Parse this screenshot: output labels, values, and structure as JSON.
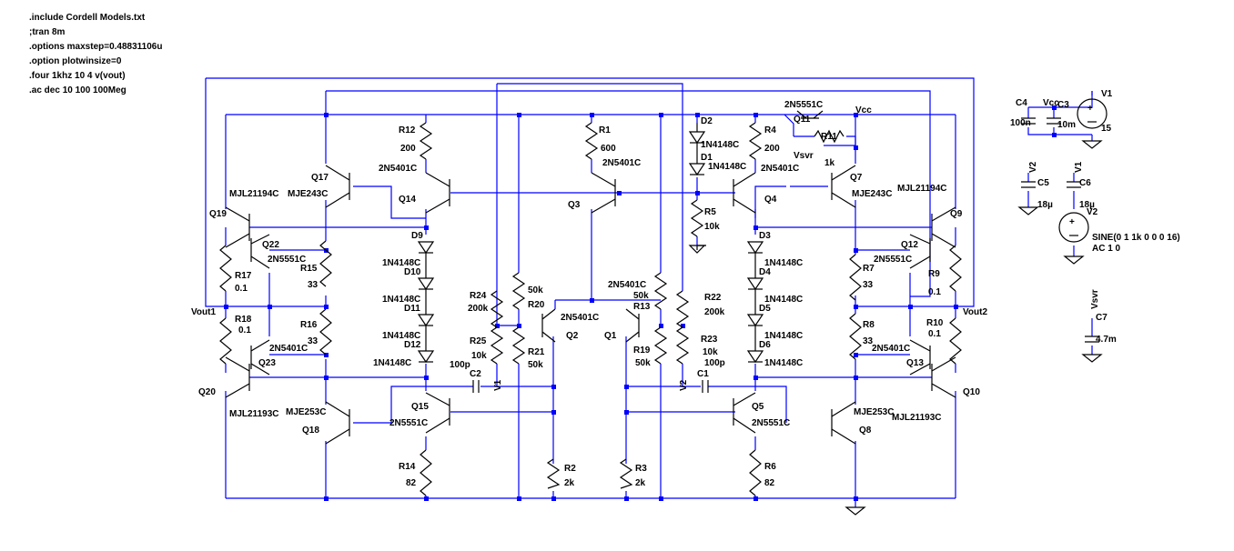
{
  "directives": [
    ".include Cordell Models.txt",
    ";tran 8m",
    ".options maxstep=0.48831106u",
    ".option plotwinsize=0",
    ".four 1khz 10 4 v(vout)",
    ".ac dec 10 100 100Meg"
  ],
  "parts": [
    {
      "name": "R12",
      "value": "200"
    },
    {
      "name": "R1",
      "value": "600"
    },
    {
      "name": "R4",
      "value": "200"
    },
    {
      "name": "R11",
      "value": "1k"
    },
    {
      "name": "R5",
      "value": "10k"
    },
    {
      "name": "R15",
      "value": "33"
    },
    {
      "name": "R16",
      "value": "33"
    },
    {
      "name": "R17",
      "value": "0.1"
    },
    {
      "name": "R18",
      "value": "0.1"
    },
    {
      "name": "R7",
      "value": "33"
    },
    {
      "name": "R8",
      "value": "33"
    },
    {
      "name": "R9",
      "value": "0.1"
    },
    {
      "name": "R10",
      "value": "0.1"
    },
    {
      "name": "R24",
      "value": "200k"
    },
    {
      "name": "R25",
      "value": "10k"
    },
    {
      "name": "R20",
      "value": "50k"
    },
    {
      "name": "R21",
      "value": "50k"
    },
    {
      "name": "R13",
      "value": "50k"
    },
    {
      "name": "R19",
      "value": "50k"
    },
    {
      "name": "R22",
      "value": "200k"
    },
    {
      "name": "R23",
      "value": "10k"
    },
    {
      "name": "R14",
      "value": "82"
    },
    {
      "name": "R2",
      "value": "2k"
    },
    {
      "name": "R3",
      "value": "2k"
    },
    {
      "name": "R6",
      "value": "82"
    },
    {
      "name": "C2",
      "value": "100p"
    },
    {
      "name": "C1",
      "value": "100p"
    },
    {
      "name": "C4",
      "value": "100n"
    },
    {
      "name": "C3",
      "value": "10m"
    },
    {
      "name": "C5",
      "value": "18µ"
    },
    {
      "name": "C6",
      "value": "18µ"
    },
    {
      "name": "C7",
      "value": "4.7m"
    }
  ],
  "transistors": [
    {
      "name": "Q17",
      "model": "MJE243C"
    },
    {
      "name": "Q19",
      "model": "MJL21194C"
    },
    {
      "name": "Q14",
      "model": "2N5401C"
    },
    {
      "name": "Q3",
      "model": "2N5401C"
    },
    {
      "name": "Q4",
      "model": "2N5401C"
    },
    {
      "name": "Q11",
      "model": "2N5551C"
    },
    {
      "name": "Q7",
      "model": "MJE243C"
    },
    {
      "name": "Q9",
      "model": "MJL21194C"
    },
    {
      "name": "Q22",
      "model": "2N5551C"
    },
    {
      "name": "Q12",
      "model": "2N5551C"
    },
    {
      "name": "Q23",
      "model": "2N5401C"
    },
    {
      "name": "Q13",
      "model": "2N5401C"
    },
    {
      "name": "Q2",
      "model": "2N5401C"
    },
    {
      "name": "Q1",
      "model": "2N5401C"
    },
    {
      "name": "Q20",
      "model": "MJL21193C"
    },
    {
      "name": "Q10",
      "model": "MJL21193C"
    },
    {
      "name": "Q18",
      "model": "MJE253C"
    },
    {
      "name": "Q8",
      "model": "MJE253C"
    },
    {
      "name": "Q15",
      "model": "2N5551C"
    },
    {
      "name": "Q5",
      "model": "2N5551C"
    }
  ],
  "diodes": [
    {
      "name": "D2",
      "model": "1N4148C"
    },
    {
      "name": "D1",
      "model": "1N4148C"
    },
    {
      "name": "D9",
      "model": "1N4148C"
    },
    {
      "name": "D10",
      "model": "1N4148C"
    },
    {
      "name": "D11",
      "model": "1N4148C"
    },
    {
      "name": "D12",
      "model": "1N4148C"
    },
    {
      "name": "D3",
      "model": "1N4148C"
    },
    {
      "name": "D4",
      "model": "1N4148C"
    },
    {
      "name": "D5",
      "model": "1N4148C"
    },
    {
      "name": "D6",
      "model": "1N4148C"
    }
  ],
  "sources": [
    {
      "name": "V1",
      "value": "15"
    },
    {
      "name": "V2",
      "value": "SINE(0 1 1k 0 0 0 16)",
      "ac": "AC 1 0"
    }
  ],
  "nets": {
    "vcc": "Vcc",
    "vsvr": "Vsvr",
    "vout1": "Vout1",
    "vout2": "Vout2",
    "v1": "V1",
    "v2": "V2"
  }
}
